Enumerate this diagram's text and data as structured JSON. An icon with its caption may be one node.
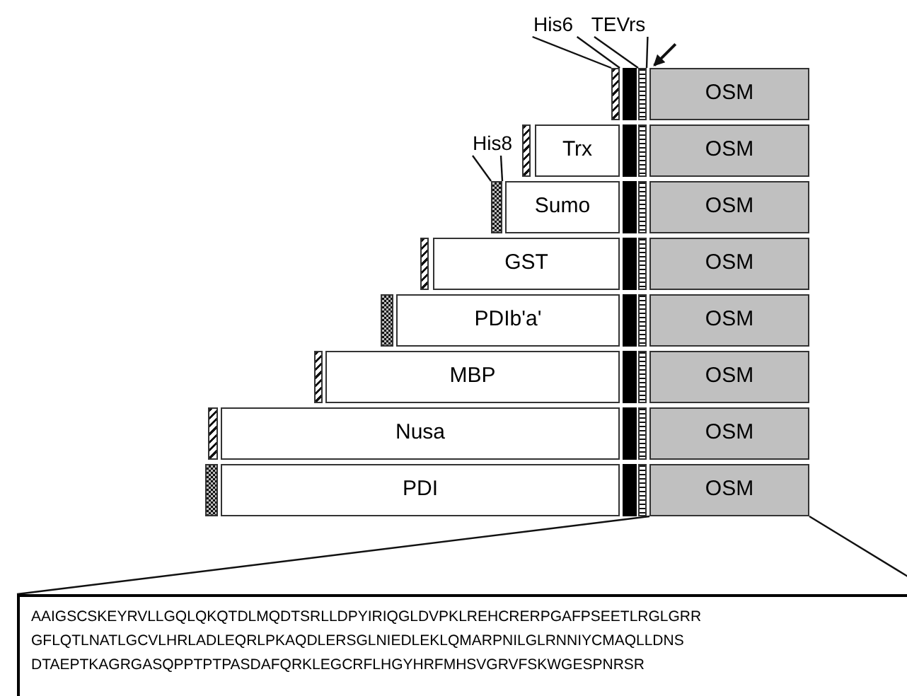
{
  "diagram": {
    "nodes": [
      {
        "text": [
          "His6"
        ]
      },
      {
        "text": [
          "TEVrs"
        ]
      },
      {
        "text": [
          "His8"
        ]
      },
      {
        "text": [],
        "shape": "bar"
      },
      {
        "text": [],
        "shape": "bar"
      },
      {
        "text": [
          "OSM"
        ]
      },
      {
        "text": [
          "Trx"
        ]
      },
      {
        "text": [
          "OSM"
        ]
      },
      {
        "text": [],
        "shape": "bar"
      },
      {
        "text": [
          "Sumo"
        ]
      },
      {
        "text": [
          "OSM"
        ]
      },
      {
        "text": [
          "GST"
        ]
      },
      {
        "text": [
          "OSM"
        ]
      },
      {
        "text": [
          "PDIb'a'"
        ]
      },
      {
        "text": [
          "OSM"
        ]
      },
      {
        "text": [
          "MBP"
        ]
      },
      {
        "text": [
          "OSM"
        ]
      },
      {
        "text": [
          "Nusa"
        ]
      },
      {
        "text": [
          "OSM"
        ]
      },
      {
        "text": [
          "PDI"
        ]
      },
      {
        "text": [
          "OSM"
        ]
      },
      {
        "text": [
          "AAIGSCSKEYRVLLGQLQKQTDLMQDTSRLLDPYIRIQGLDVPKLREHCRERPGAFPSEETLRGLGRR GFLQTLNATLGCVLHRLADLEQRLPKAQDLERSGLNIEDLEKLQMARPNILGLRNNIYCMAQLLDNS DTAEPTKAGRGASQPPTPTPASDAFQRKLEGCRFLHGYHRFMHSVGRVFSKWGESPNRSR"
        ]
      }
    ],
    "edges": [
      {
        "from": 0,
        "to": 3,
        "arrow": "none"
      },
      {
        "from": 0,
        "to": 3,
        "arrow": "none"
      },
      {
        "from": 1,
        "to": 4,
        "arrow": "none"
      },
      {
        "from": 1,
        "to": 4,
        "arrow": "none"
      },
      {
        "from": 2,
        "to": 8,
        "arrow": "none"
      },
      {
        "from": 2,
        "to": 8,
        "arrow": "none"
      },
      {
        "from": null,
        "to": 5,
        "arrow": "to"
      },
      {
        "from": 20,
        "to": 21,
        "arrow": "none"
      },
      {
        "from": 20,
        "to": 21,
        "arrow": "none"
      }
    ]
  }
}
